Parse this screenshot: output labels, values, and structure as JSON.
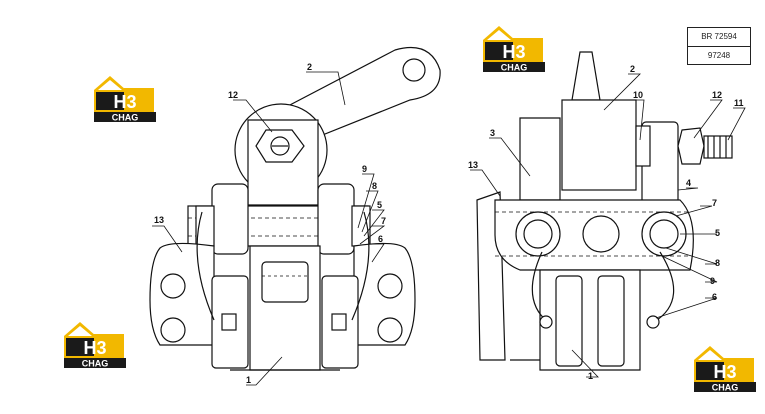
{
  "logo": {
    "letters": "H3",
    "text": "CHAG",
    "color_yellow": "#f2b800",
    "color_dark": "#1a1a1a"
  },
  "reference": {
    "line1": "BR 72594",
    "line2": "97248"
  },
  "left_view": {
    "callouts": [
      "2",
      "12",
      "9",
      "8",
      "5",
      "7",
      "6",
      "13",
      "1"
    ]
  },
  "right_view": {
    "callouts": [
      "2",
      "10",
      "12",
      "11",
      "3",
      "13",
      "4",
      "7",
      "5",
      "8",
      "9",
      "6",
      "1"
    ]
  }
}
